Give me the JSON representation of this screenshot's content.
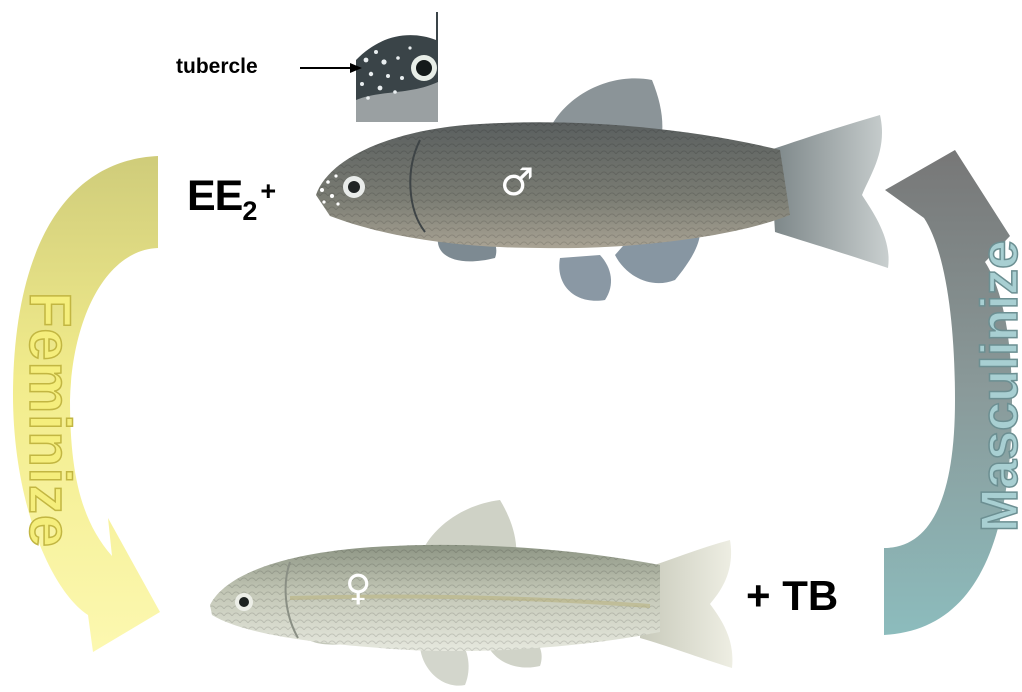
{
  "labels": {
    "tubercle": "tubercle",
    "ee2_main": "EE",
    "ee2_sub": "2",
    "ee2_plus": "+",
    "tb": "+ TB",
    "male_symbol": "♂",
    "female_symbol": "♀",
    "feminize": "Feminize",
    "masculinize": "Masculinize"
  },
  "colors": {
    "feminize_arrow_top": "#cfcc7a",
    "feminize_arrow_bottom": "#fbf6a2",
    "feminize_text": "#f5ee7c",
    "masculinize_arrow_top": "#7c7c7c",
    "masculinize_arrow_bottom": "#8dbabb",
    "masculinize_text": "#9fc7ca",
    "male_fish_body": "#6d7377",
    "female_fish_body": "#b5bcb0"
  }
}
